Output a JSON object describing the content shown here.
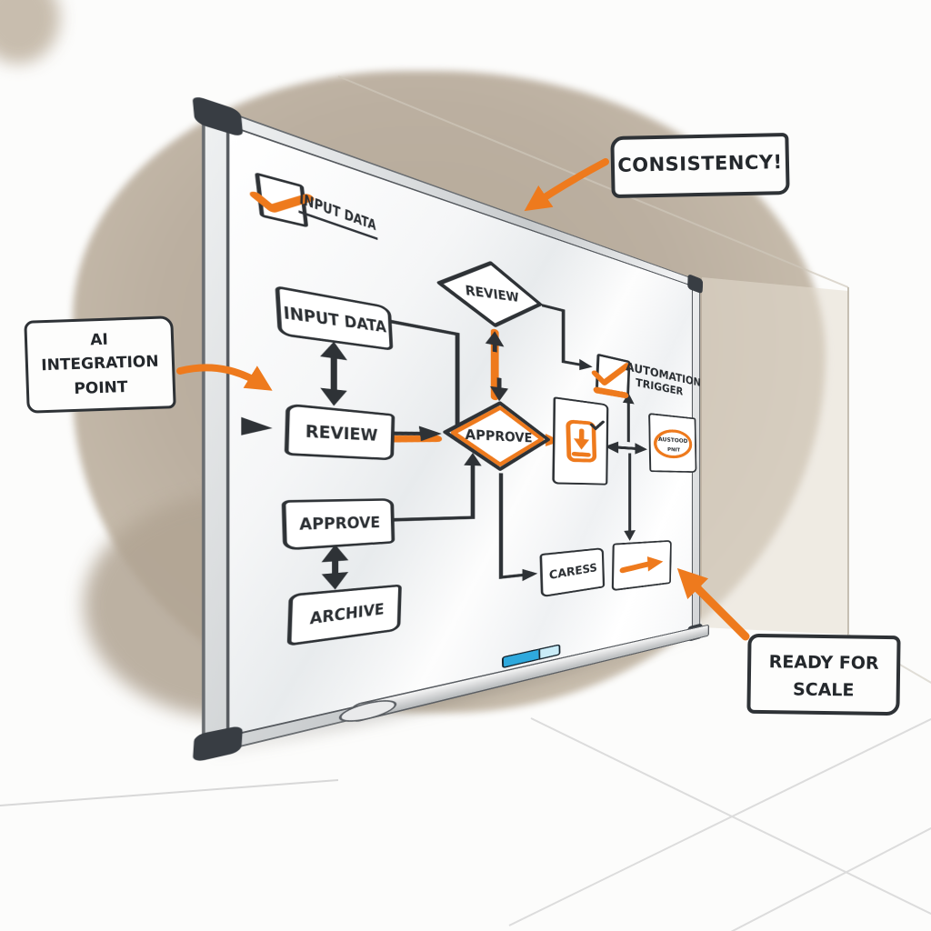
{
  "palette": {
    "ink": "#2e3236",
    "orange": "#ee7a1d",
    "frame_silver": "#cfd2d4",
    "corner_bracket": "#383d43",
    "marker_blue": "#2fa9dd",
    "wall_blob": "#b9ad9c",
    "surface_white": "#fbfcfd"
  },
  "whiteboard": {
    "header": {
      "label": "INPUT DATA",
      "icon": "checked-checkbox"
    },
    "nodes": {
      "input_data": "INPUT DATA",
      "review": "REVIEW",
      "approve": "APPROVE",
      "archive": "ARCHIVE",
      "review_diamond": "REVIEW",
      "approve_diamond": "APPROVE",
      "caress": "CARESS",
      "automation_trigger_line1": "AUTOMATION",
      "automation_trigger_line2": "TRIGGER",
      "scribble_line1": "AUSTOOD",
      "scribble_line2": "PNIT"
    },
    "edges": [
      {
        "from": "input-data-box",
        "to": "review-box",
        "style": "double-headed-arrow"
      },
      {
        "from": "review-box",
        "to": "approve-diamond",
        "style": "arrow-with-orange-highlight"
      },
      {
        "from": "input-data-box",
        "to": "approve-diamond",
        "style": "elbow-line"
      },
      {
        "from": "approve-box",
        "to": "archive-box",
        "style": "double-headed-arrow"
      },
      {
        "from": "approve-box",
        "to": "approve-diamond",
        "style": "elbow-arrow-up"
      },
      {
        "from": "approve-diamond",
        "to": "review-diamond",
        "style": "orange-shaft-arrows-both-ends"
      },
      {
        "from": "review-diamond",
        "to": "automation-trigger",
        "style": "elbow-arrow"
      },
      {
        "from": "approve-diamond",
        "to": "download-box",
        "style": "orange-arrow"
      },
      {
        "from": "download-box",
        "to": "scribble-box",
        "style": "double-headed-arrow"
      },
      {
        "from": "junction",
        "to": "automation-trigger",
        "style": "arrow-up"
      },
      {
        "from": "junction",
        "to": "forward-arrow-box",
        "style": "arrow-down"
      },
      {
        "from": "approve-diamond",
        "to": "caress-box",
        "style": "elbow-arrow"
      }
    ]
  },
  "callouts": {
    "consistency": "CONSISTENCY!",
    "ai_line1": "AI",
    "ai_line2": "INTEGRATION",
    "ai_line3": "POINT",
    "ready_line1": "READY FOR",
    "ready_line2": "SCALE"
  }
}
